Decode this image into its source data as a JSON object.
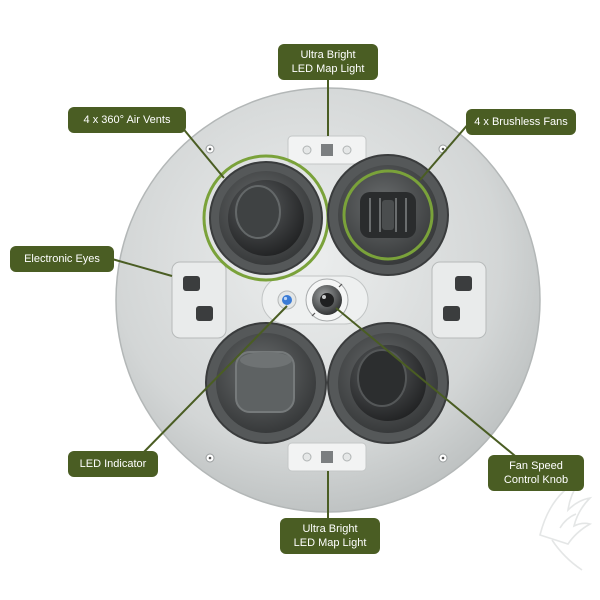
{
  "callouts": {
    "map_light_top": [
      "Ultra Bright",
      "LED Map Light"
    ],
    "air_vents": "4 x 360° Air Vents",
    "brushless_fans": "4 x Brushless Fans",
    "electronic_eyes": "Electronic Eyes",
    "led_indicator": "LED Indicator",
    "fan_knob": [
      "Fan Speed",
      "Control Knob"
    ],
    "map_light_bottom": [
      "Ultra Bright",
      "LED Map Light"
    ]
  },
  "colors": {
    "callout_bg": "#4a5d23",
    "leader_line": "#4a5d23",
    "highlight_ring": "#7aa23a",
    "housing": "#d6d8d8",
    "led": "#3a7bd5"
  },
  "icons": {
    "watermark": "eagle-logo"
  }
}
